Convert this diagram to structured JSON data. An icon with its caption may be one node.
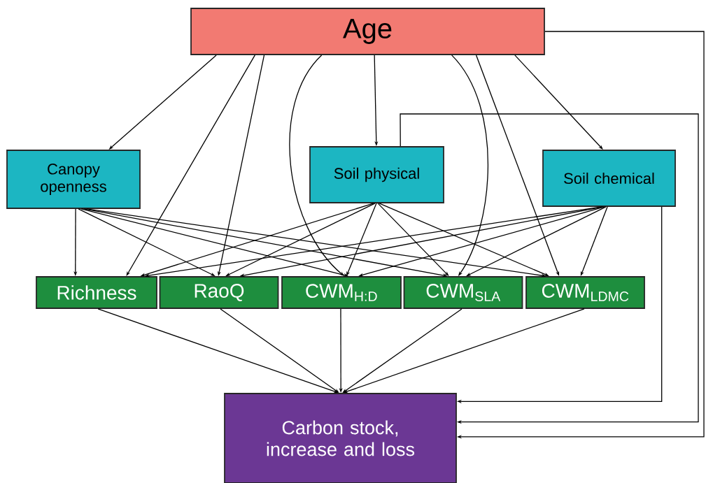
{
  "diagram": {
    "nodes": [
      {
        "text": [
          "Age"
        ]
      },
      {
        "text": [
          "Canopy openness"
        ]
      },
      {
        "text": [
          "Soil physical"
        ]
      },
      {
        "text": [
          "Soil chemical"
        ]
      },
      {
        "text": [
          "Richness"
        ]
      },
      {
        "text": [
          "RaoQ"
        ]
      },
      {
        "text": [
          "CWM$_{H:D}$"
        ]
      },
      {
        "text": [
          "CWM$_{SLA}$"
        ]
      },
      {
        "text": [
          "CWM$_{LDMC}$"
        ]
      },
      {
        "text": [
          "Carbon stock, increase and loss"
        ]
      }
    ],
    "edges": [
      {
        "from": 0,
        "to": 1,
        "arrow": "to"
      },
      {
        "from": 0,
        "to": 4,
        "arrow": "to"
      },
      {
        "from": 0,
        "to": 5,
        "arrow": "to"
      },
      {
        "from": 0,
        "to": 6,
        "arrow": "to"
      },
      {
        "from": 0,
        "to": 2,
        "arrow": "to"
      },
      {
        "from": 0,
        "to": 7,
        "arrow": "to"
      },
      {
        "from": 0,
        "to": 8,
        "arrow": "to"
      },
      {
        "from": 0,
        "to": 3,
        "arrow": "to"
      },
      {
        "from": 0,
        "to": 9,
        "arrow": "to"
      },
      {
        "from": 1,
        "to": 4,
        "arrow": "to"
      },
      {
        "from": 1,
        "to": 5,
        "arrow": "to"
      },
      {
        "from": 1,
        "to": 6,
        "arrow": "to"
      },
      {
        "from": 1,
        "to": 7,
        "arrow": "to"
      },
      {
        "from": 1,
        "to": 8,
        "arrow": "to"
      },
      {
        "from": 2,
        "to": 4,
        "arrow": "to"
      },
      {
        "from": 2,
        "to": 5,
        "arrow": "to"
      },
      {
        "from": 2,
        "to": 6,
        "arrow": "to"
      },
      {
        "from": 2,
        "to": 7,
        "arrow": "to"
      },
      {
        "from": 2,
        "to": 8,
        "arrow": "to"
      },
      {
        "from": 3,
        "to": 4,
        "arrow": "to"
      },
      {
        "from": 3,
        "to": 5,
        "arrow": "to"
      },
      {
        "from": 3,
        "to": 6,
        "arrow": "to"
      },
      {
        "from": 3,
        "to": 7,
        "arrow": "to"
      },
      {
        "from": 3,
        "to": 8,
        "arrow": "to"
      },
      {
        "from": 2,
        "to": 9,
        "arrow": "to"
      },
      {
        "from": 3,
        "to": 9,
        "arrow": "to"
      },
      {
        "from": 4,
        "to": 9,
        "arrow": "to"
      },
      {
        "from": 5,
        "to": 9,
        "arrow": "to"
      },
      {
        "from": 6,
        "to": 9,
        "arrow": "to"
      },
      {
        "from": 7,
        "to": 9,
        "arrow": "to"
      },
      {
        "from": 8,
        "to": 9,
        "arrow": "to"
      }
    ]
  }
}
